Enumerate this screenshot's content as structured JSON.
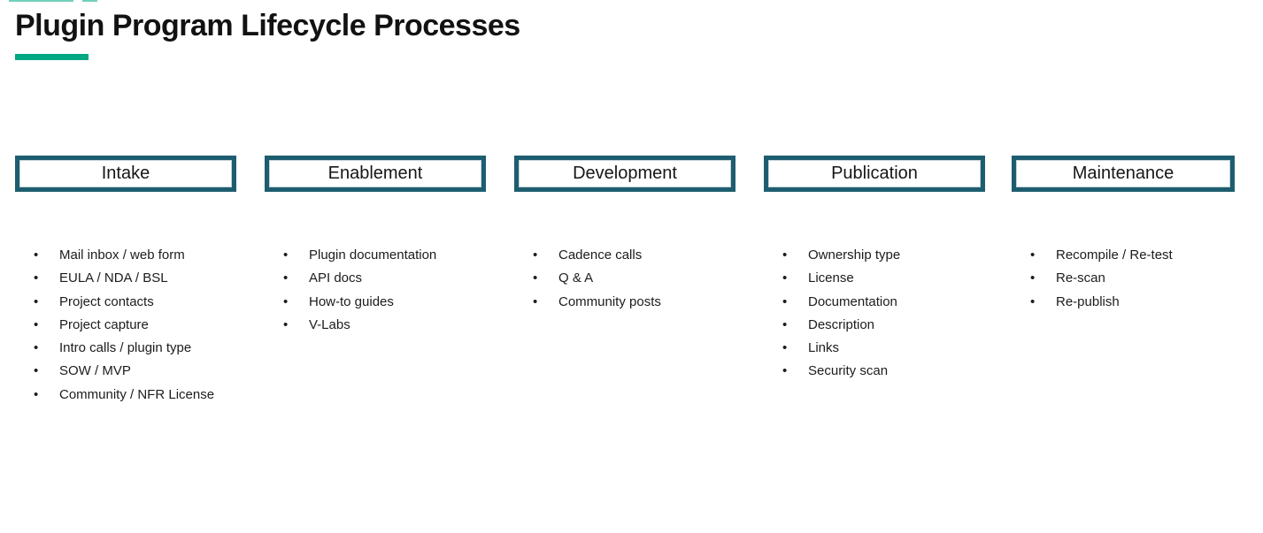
{
  "page": {
    "title": "Plugin Program Lifecycle Processes"
  },
  "colors": {
    "accent_green": "#01a982",
    "box_border": "#1e5d6f",
    "text": "#1a1a1a"
  },
  "columns": [
    {
      "header": "Intake",
      "items": [
        "Mail inbox / web form",
        "EULA / NDA / BSL",
        "Project contacts",
        "Project capture",
        "Intro calls / plugin type",
        "SOW / MVP",
        "Community / NFR License"
      ]
    },
    {
      "header": "Enablement",
      "items": [
        "Plugin documentation",
        "API docs",
        "How-to guides",
        "V-Labs"
      ]
    },
    {
      "header": "Development",
      "items": [
        "Cadence calls",
        "Q & A",
        "Community posts"
      ]
    },
    {
      "header": "Publication",
      "items": [
        "Ownership type",
        "License",
        "Documentation",
        "Description",
        "Links",
        "Security scan"
      ]
    },
    {
      "header": "Maintenance",
      "items": [
        "Recompile / Re-test",
        "Re-scan",
        "Re-publish"
      ]
    }
  ]
}
